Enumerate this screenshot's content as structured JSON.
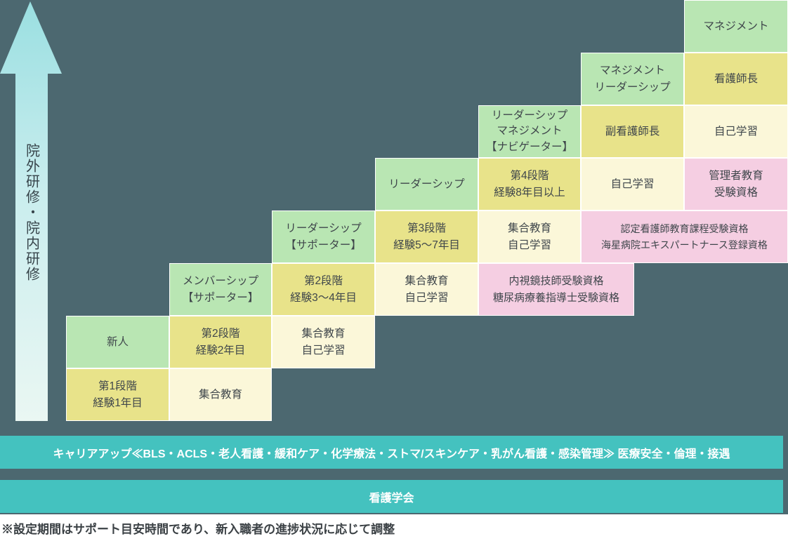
{
  "diagram": {
    "title_hint": "nurse-career-ladder-staircase",
    "arrow_label": "院外研修・院内研修",
    "bars": {
      "career_up": "キャリアアップ≪BLS・ACLS・老人看護・緩和ケア・化学療法・ストマ/スキンケア・乳がん看護・感染管理≫ 医療安全・倫理・接遇",
      "conference": "看護学会"
    },
    "footnote": "※設定期間はサポート目安時間であり、新入職者の進捗状況に応じて調整",
    "palette": {
      "background": "#4c6870",
      "role_green": "#b9e6b3",
      "stage_yellow": "#e8e38a",
      "education_cream": "#fbf7d9",
      "qualification_pink": "#f5cee2",
      "bar_teal": "#44c2bf",
      "arrow_gradient_top": "#9adfe1",
      "arrow_gradient_bottom": "#eaf7f3",
      "cell_border": "#ffffff",
      "cell_text": "#3f464b",
      "bar_text": "#ffffff"
    },
    "cells": [
      {
        "text": "マネジメント",
        "category": "role"
      },
      {
        "text": "マネジメント\nリーダーシップ",
        "category": "role"
      },
      {
        "text": "看護師長",
        "category": "stage"
      },
      {
        "text": "リーダーシップ\nマネジメント\n【ナビゲーター】",
        "category": "role"
      },
      {
        "text": "副看護師長",
        "category": "stage"
      },
      {
        "text": "自己学習",
        "category": "education"
      },
      {
        "text": "リーダーシップ",
        "category": "role"
      },
      {
        "text": "第4段階\n経験8年目以上",
        "category": "stage"
      },
      {
        "text": "自己学習",
        "category": "education"
      },
      {
        "text": "管理者教育\n受験資格",
        "category": "qualification"
      },
      {
        "text": "リーダーシップ\n【サポーター】",
        "category": "role"
      },
      {
        "text": "第3段階\n経験5〜7年目",
        "category": "stage"
      },
      {
        "text": "集合教育\n自己学習",
        "category": "education"
      },
      {
        "text": "認定看護師教育課程受験資格\n海星病院エキスパートナース登録資格",
        "category": "qualification"
      },
      {
        "text": "メンバーシップ\n【サポーター】",
        "category": "role"
      },
      {
        "text": "第2段階\n経験3〜4年目",
        "category": "stage"
      },
      {
        "text": "集合教育\n自己学習",
        "category": "education"
      },
      {
        "text": "内視鏡技師受験資格\n糖尿病療養指導士受験資格",
        "category": "qualification"
      },
      {
        "text": "新人",
        "category": "role"
      },
      {
        "text": "第2段階\n経験2年目",
        "category": "stage"
      },
      {
        "text": "集合教育\n自己学習",
        "category": "education"
      },
      {
        "text": "第1段階\n経験1年目",
        "category": "stage"
      },
      {
        "text": "集合教育",
        "category": "education"
      }
    ]
  }
}
